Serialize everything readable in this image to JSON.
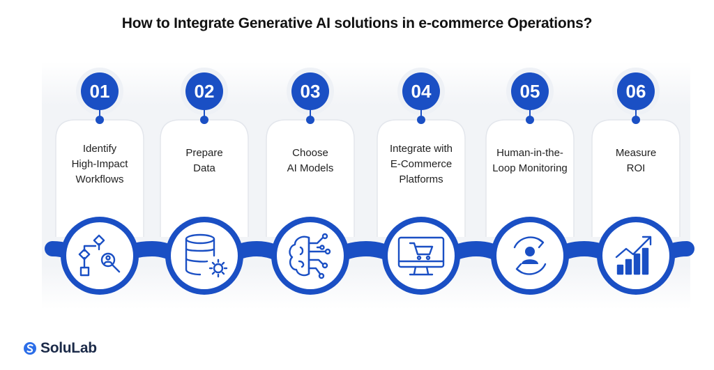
{
  "title": "How to Integrate Generative AI solutions in e-commerce Operations?",
  "steps": [
    {
      "number": "01",
      "line1": "Identify",
      "line2": "High-Impact",
      "line3": "Workflows",
      "icon": "workflow-search-icon"
    },
    {
      "number": "02",
      "line1": "Prepare",
      "line2": "Data",
      "line3": "",
      "icon": "database-gear-icon"
    },
    {
      "number": "03",
      "line1": "Choose",
      "line2": "AI Models",
      "line3": "",
      "icon": "ai-brain-circuit-icon"
    },
    {
      "number": "04",
      "line1": "Integrate with",
      "line2": "E-Commerce",
      "line3": "Platforms",
      "icon": "shopping-cart-monitor-icon"
    },
    {
      "number": "05",
      "line1": "Human-in-the-",
      "line2": "Loop Monitoring",
      "line3": "",
      "icon": "user-cycle-icon"
    },
    {
      "number": "06",
      "line1": "Measure",
      "line2": "ROI",
      "line3": "",
      "icon": "growth-chart-icon"
    }
  ],
  "brand": {
    "name": "SoluLab"
  },
  "colors": {
    "primary": "#1a4fc4",
    "accent": "#1f5fd6",
    "card_border": "#e3e6ec",
    "background_band": "#f2f4f7"
  }
}
